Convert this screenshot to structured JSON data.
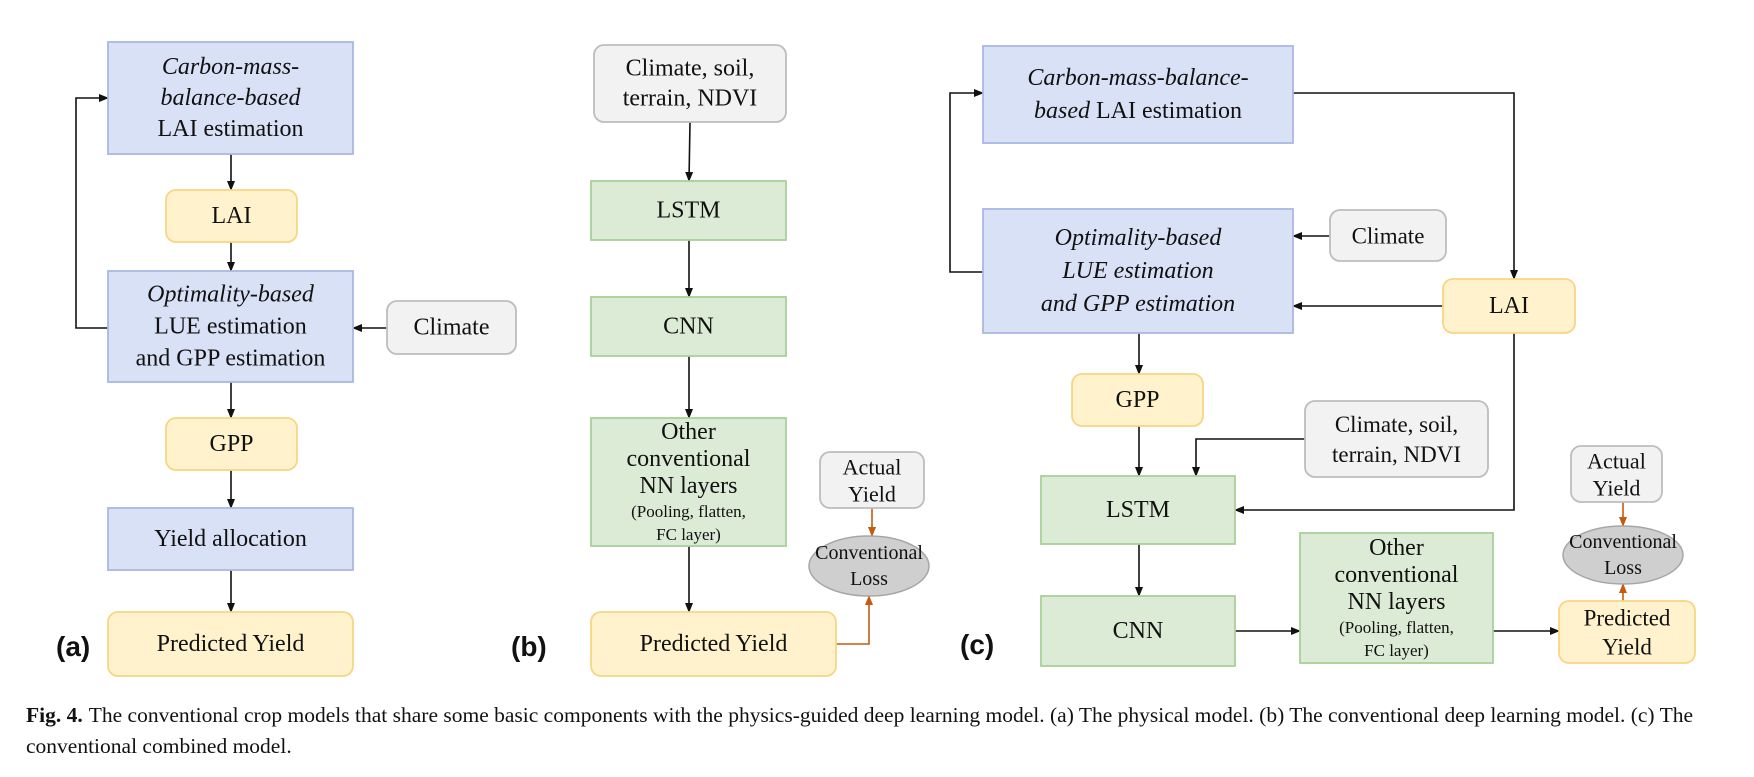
{
  "colors": {
    "blue_fill": "#d9e1f6",
    "blue_stroke": "#a9b8e2",
    "yellow_fill": "#fff2cc",
    "yellow_stroke": "#f6d683",
    "green_fill": "#dcebd5",
    "green_stroke": "#a9cf98",
    "gray_fill": "#f2f2f2",
    "gray_stroke": "#bdbdbd",
    "loss_fill": "#cfcfcf",
    "arrow": "#111111",
    "loss_arrow": "#c55a11"
  },
  "panels": [
    {
      "id": "a",
      "label": "(a)"
    },
    {
      "id": "b",
      "label": "(b)"
    },
    {
      "id": "c",
      "label": "(c)"
    }
  ],
  "nodes": {
    "a_carbon_lai": {
      "lines": [
        {
          "text": "Carbon-mass-",
          "italic": true
        },
        {
          "text": "balance-based",
          "italic": true
        },
        {
          "text": "LAI estimation",
          "italic": false
        }
      ]
    },
    "a_lai": {
      "lines": [
        {
          "text": "LAI"
        }
      ]
    },
    "a_optimality": {
      "lines": [
        {
          "text": "Optimality-based",
          "italic": true
        },
        {
          "text": "LUE estimation"
        },
        {
          "text": "and GPP estimation"
        }
      ]
    },
    "a_climate": {
      "lines": [
        {
          "text": "Climate"
        }
      ]
    },
    "a_gpp": {
      "lines": [
        {
          "text": "GPP"
        }
      ]
    },
    "a_yield_alloc": {
      "lines": [
        {
          "text": "Yield allocation"
        }
      ]
    },
    "a_pred": {
      "lines": [
        {
          "text": "Predicted Yield"
        }
      ]
    },
    "b_inputs": {
      "lines": [
        {
          "text": "Climate, soil,"
        },
        {
          "text": "terrain, NDVI"
        }
      ]
    },
    "b_lstm": {
      "lines": [
        {
          "text": "LSTM"
        }
      ]
    },
    "b_cnn": {
      "lines": [
        {
          "text": "CNN"
        }
      ]
    },
    "b_other": {
      "lines": [
        {
          "text": "Other"
        },
        {
          "text": "conventional"
        },
        {
          "text": "NN layers"
        },
        {
          "text": "(Pooling, flatten,",
          "small": true
        },
        {
          "text": "FC layer)",
          "small": true
        }
      ]
    },
    "b_actual": {
      "lines": [
        {
          "text": "Actual"
        },
        {
          "text": "Yield"
        }
      ]
    },
    "b_loss": {
      "lines": [
        {
          "text": "Conventional"
        },
        {
          "text": "Loss"
        }
      ]
    },
    "b_pred": {
      "lines": [
        {
          "text": "Predicted Yield"
        }
      ]
    },
    "c_carbon_lai": {
      "lines": [
        {
          "text": "Carbon-mass-balance-",
          "italic": true
        },
        {
          "parts": [
            {
              "text": "based",
              "italic": true
            },
            {
              "text": " LAI estimation"
            }
          ]
        }
      ]
    },
    "c_optimality": {
      "lines": [
        {
          "text": "Optimality-based",
          "italic": true
        },
        {
          "text": "LUE estimation",
          "italic": true
        },
        {
          "text": "and GPP estimation",
          "italic": true
        }
      ]
    },
    "c_climate": {
      "lines": [
        {
          "text": "Climate"
        }
      ]
    },
    "c_lai": {
      "lines": [
        {
          "text": "LAI"
        }
      ]
    },
    "c_gpp": {
      "lines": [
        {
          "text": "GPP"
        }
      ]
    },
    "c_inputs": {
      "lines": [
        {
          "text": "Climate, soil,"
        },
        {
          "text": "terrain, NDVI"
        }
      ]
    },
    "c_lstm": {
      "lines": [
        {
          "text": "LSTM"
        }
      ]
    },
    "c_cnn": {
      "lines": [
        {
          "text": "CNN"
        }
      ]
    },
    "c_other": {
      "lines": [
        {
          "text": "Other"
        },
        {
          "text": "conventional"
        },
        {
          "text": "NN layers"
        },
        {
          "text": "(Pooling, flatten,",
          "small": true
        },
        {
          "text": "FC layer)",
          "small": true
        }
      ]
    },
    "c_actual": {
      "lines": [
        {
          "text": "Actual"
        },
        {
          "text": "Yield"
        }
      ]
    },
    "c_loss": {
      "lines": [
        {
          "text": "Conventional"
        },
        {
          "text": "Loss"
        }
      ]
    },
    "c_pred": {
      "lines": [
        {
          "text": "Predicted"
        },
        {
          "text": "Yield"
        }
      ]
    }
  },
  "caption": {
    "label": "Fig. 4.",
    "text": "The conventional crop models that share some basic components with the physics-guided deep learning model. (a) The physical model. (b) The conventional deep learning model. (c) The conventional combined model."
  }
}
